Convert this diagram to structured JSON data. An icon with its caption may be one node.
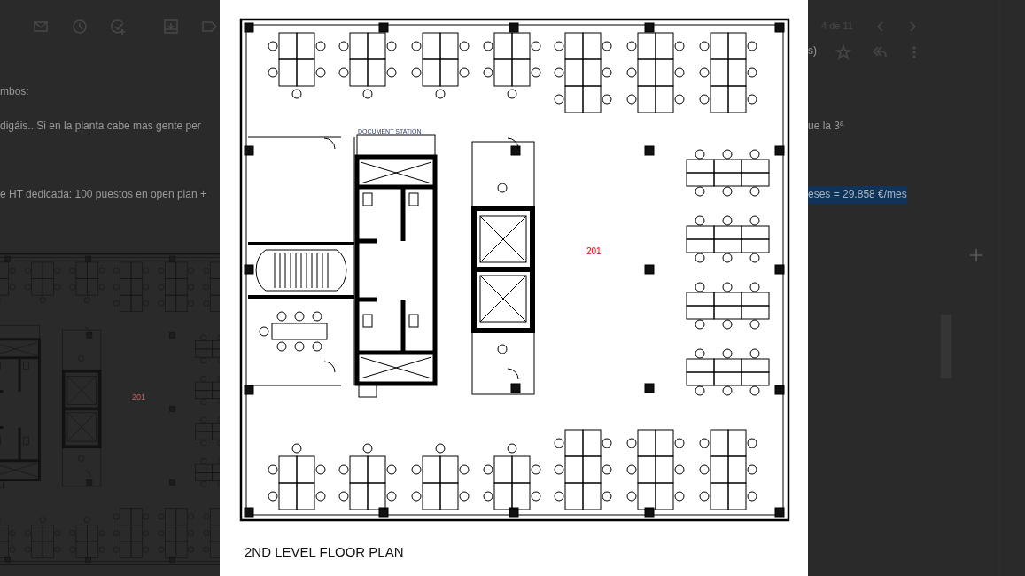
{
  "diagram": {
    "title": "2ND LEVEL FLOOR PLAN",
    "labels": [
      "4 de 11",
      "s)",
      "mbos:",
      "digáis.. Si en la planta cabe mas gente per",
      "ue la 3ª",
      "e HT dedicada: 100 puestos en open plan +",
      "eses = 29.858 €/mes",
      "DOCUMENT STATION",
      "201",
      "201"
    ]
  }
}
